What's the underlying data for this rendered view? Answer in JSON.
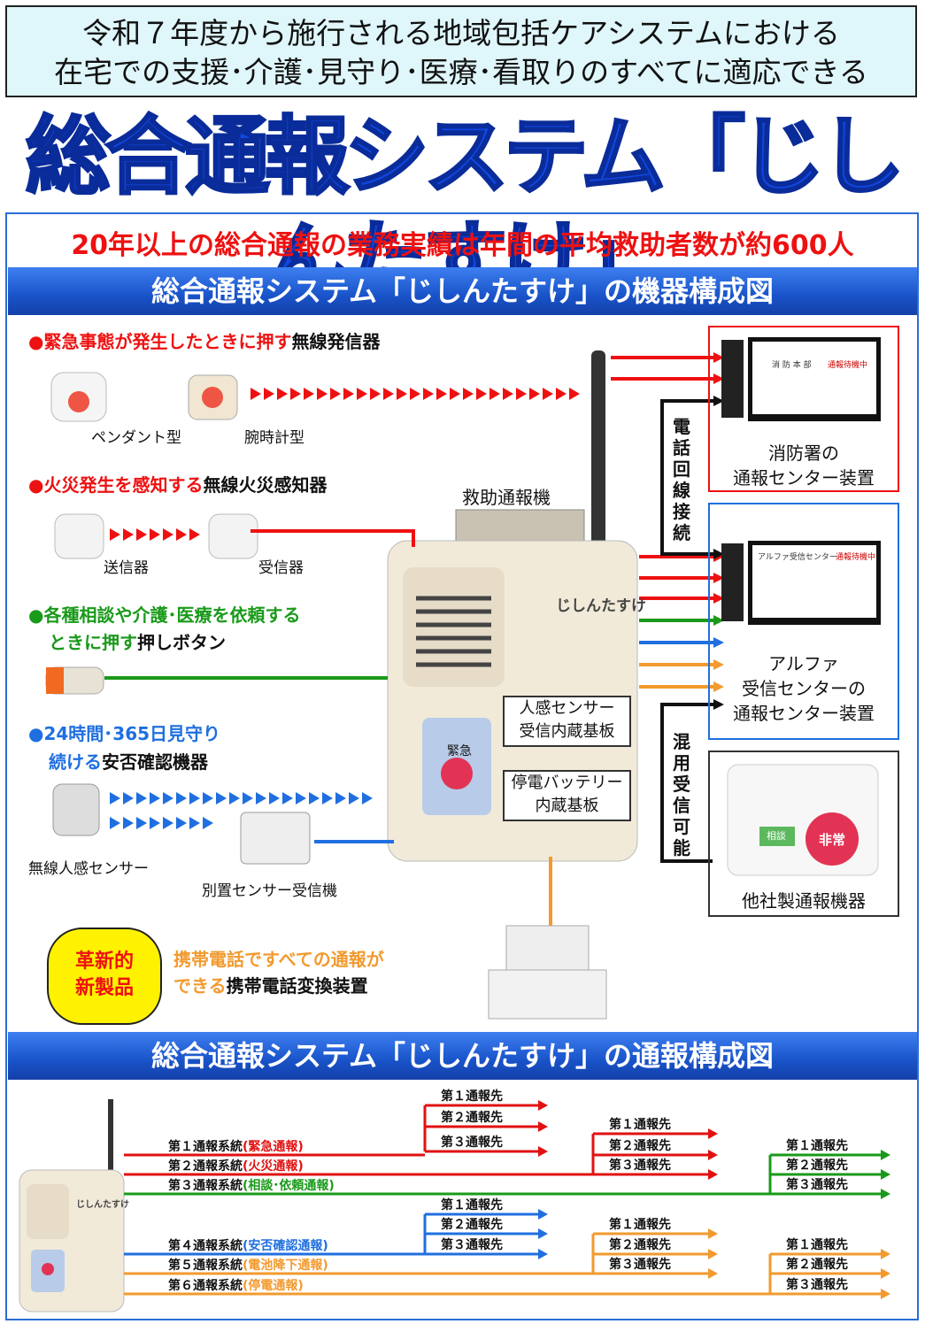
{
  "header": {
    "line1": "令和７年度から施行される地域包括ケアシステムにおける",
    "line2": "在宅での支援･介護･見守り･医療･看取りのすべてに適応できる",
    "title": "総合通報システム「じしんたすけ」",
    "subtitle": "20年以上の総合通報の業務実績は年間の平均救助者数が約600人"
  },
  "section1": {
    "title": "総合通報システム「じしんたすけ」の機器構成図",
    "emergency_red": "●緊急事態が発生したときに押す",
    "emergency_black": "無線発信器",
    "pendant": "ペンダント型",
    "wrist": "腕時計型",
    "fire_red": "●火災発生を感知する",
    "fire_black": "無線火災感知器",
    "transmitter": "送信器",
    "receiver": "受信器",
    "consult_line1": "●各種相談や介護･医療を依頼する",
    "consult_line2_green": "ときに押す",
    "consult_line2_black": "押しボタン",
    "watch_line1": "●24時間･365日見守り",
    "watch_line2_blue": "続ける",
    "watch_line2_black": "安否確認機器",
    "motion_sensor": "無線人感センサー",
    "separate_receiver": "別置センサー受信機",
    "main_device": "救助通報機",
    "device_brand": "じしんたすけ",
    "emergency_button": "緊急",
    "board1_line1": "人感センサー",
    "board1_line2": "受信内蔵基板",
    "board2_line1": "停電バッテリー",
    "board2_line2": "内蔵基板",
    "phone_line": "電話回線接続",
    "mixed": "混用受信可能",
    "fire_dept_line1": "消防署の",
    "fire_dept_line2": "通報センター装置",
    "alpha_line1": "アルファ",
    "alpha_line2": "受信センターの",
    "alpha_line3": "通報センター装置",
    "other_device": "他社製通報機器",
    "other_btn1": "相談",
    "other_btn2": "非常",
    "screen1_title": "消 防 本 部",
    "screen1_status": "通報待機中",
    "screen2_title": "アルファ受信センター",
    "screen2_status": "通報待機中",
    "new_product_line1": "革新的",
    "new_product_line2": "新製品",
    "mobile_line1": "携帯電話ですべての通報が",
    "mobile_line2_orange": "できる",
    "mobile_line2_black": "携帯電話変換装置"
  },
  "section2": {
    "title": "総合通報システム「じしんたすけ」の通報構成図",
    "device_brand": "じしんたすけ",
    "systems": [
      {
        "label": "第１通報系統",
        "cat": "(緊急通報)"
      },
      {
        "label": "第２通報系統",
        "cat": "(火災通報)"
      },
      {
        "label": "第３通報系統",
        "cat": "(相談･依頼通報)"
      },
      {
        "label": "第４通報系統",
        "cat": "(安否確認通報)"
      },
      {
        "label": "第５通報系統",
        "cat": "(電池降下通報)"
      },
      {
        "label": "第６通報系統",
        "cat": "(停電通報)"
      }
    ],
    "dest1": "第１通報先",
    "dest2": "第２通報先",
    "dest3": "第３通報先"
  },
  "colors": {
    "red": "#e11111",
    "green": "#1a9a1a",
    "blue": "#1f6fe0",
    "orange": "#f29a2e",
    "band": "#1953c9",
    "title": "#1147e0"
  }
}
